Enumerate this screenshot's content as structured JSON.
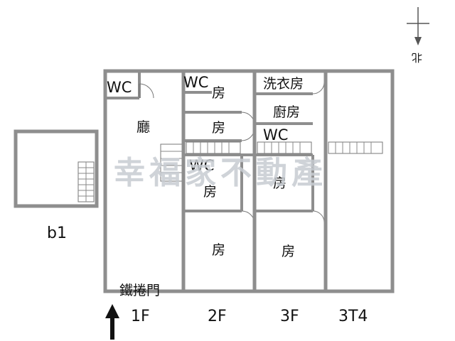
{
  "compass": {
    "north_label": "北",
    "icon": "north-arrow-icon"
  },
  "watermark": "幸福家不動產",
  "basement": {
    "label": "b1"
  },
  "rooms": {
    "wc_1f": "WC",
    "living_1f": "廳",
    "wc_2f": "WC",
    "room_2f_a": "房",
    "room_2f_b": "房",
    "wc_2f_b": "WC",
    "room_2f_c": "房",
    "room_2f_d": "房",
    "laundry_3f": "洗衣房",
    "kitchen_3f": "廚房",
    "wc_3f": "WC",
    "room_3f_a": "房",
    "room_3f_b": "房"
  },
  "rolling_door": "鐵捲門",
  "floors": [
    "1F",
    "2F",
    "3F",
    "3T4"
  ],
  "entrance_icon": "up-arrow-icon"
}
